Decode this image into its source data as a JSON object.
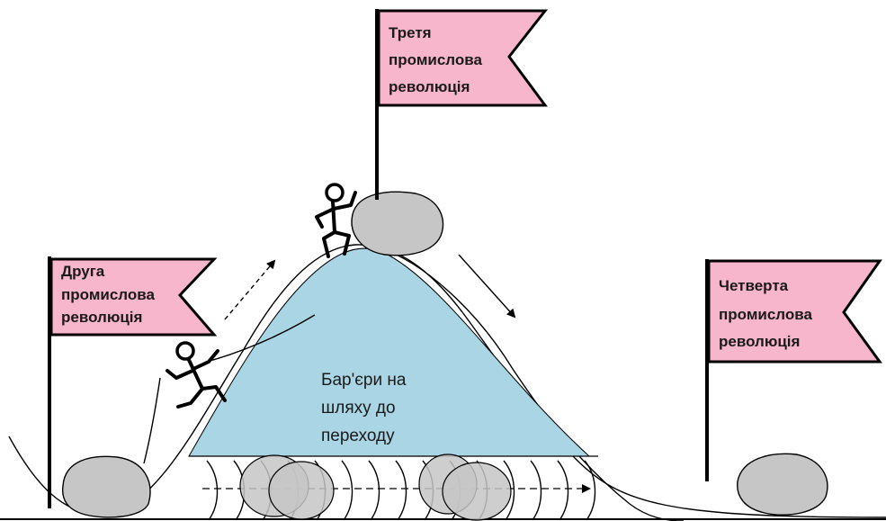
{
  "colors": {
    "flag_fill": "#f7b6cc",
    "barrier_fill": "#a9d5e4",
    "stone_fill": "#c6c6c6",
    "outline": "#000000"
  },
  "flags": {
    "second": {
      "lines": [
        "Друга",
        "промислова",
        "революція"
      ]
    },
    "third": {
      "lines": [
        "Третя",
        "промислова",
        "революція"
      ]
    },
    "fourth": {
      "lines": [
        "Четверта",
        "промислова",
        "революція"
      ]
    }
  },
  "barrier": {
    "lines": [
      "Бар'єри на",
      "шляху до",
      "переходу"
    ]
  },
  "icons": [
    "stick-figure-running-icon",
    "stick-figure-climbing-icon",
    "stone-icon",
    "arrow-icon"
  ]
}
